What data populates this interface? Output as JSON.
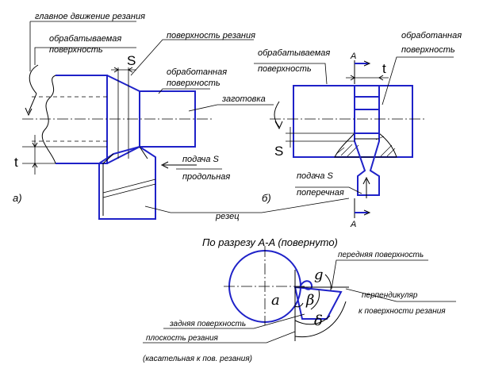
{
  "colors": {
    "outline": "#1f22c8",
    "line": "#000000",
    "background": "#ffffff"
  },
  "labels": {
    "main_motion": "главное движение резания",
    "machined_surface_a": "обрабатываемая",
    "machined_surface_a2": "поверхность",
    "cutting_surface": "поверхность резания",
    "finished_surface_a": "обработанная",
    "finished_surface_a2": "поверхность",
    "workpiece": "заготовка",
    "feed_a": "подача S",
    "feed_a2": "продольная",
    "cutter": "резец",
    "machined_surface_b": "обрабатываемая",
    "machined_surface_b2": "поверхность",
    "finished_surface_b": "обработанная",
    "finished_surface_b2": "поверхность",
    "feed_b": "подача S",
    "feed_b2": "поперечная",
    "fig_a": "а)",
    "fig_b": "б)",
    "t_a": "t",
    "s_a": "S",
    "t_b": "t",
    "s_b": "S",
    "section_mark_top": "A",
    "section_mark_bottom": "A",
    "section_title": "По разрезу A-A (повернуто)",
    "rake_face": "передняя поверхность",
    "perpendicular": "перпендикуляр",
    "to_cutting_surface": "к поверхности резания",
    "flank_face": "задняя поверхность",
    "cutting_plane": "плоскость резания",
    "tangent_note": "(касательная к пов. резания)",
    "alpha": "a",
    "beta": "β",
    "gamma": "g",
    "delta": "δ"
  }
}
